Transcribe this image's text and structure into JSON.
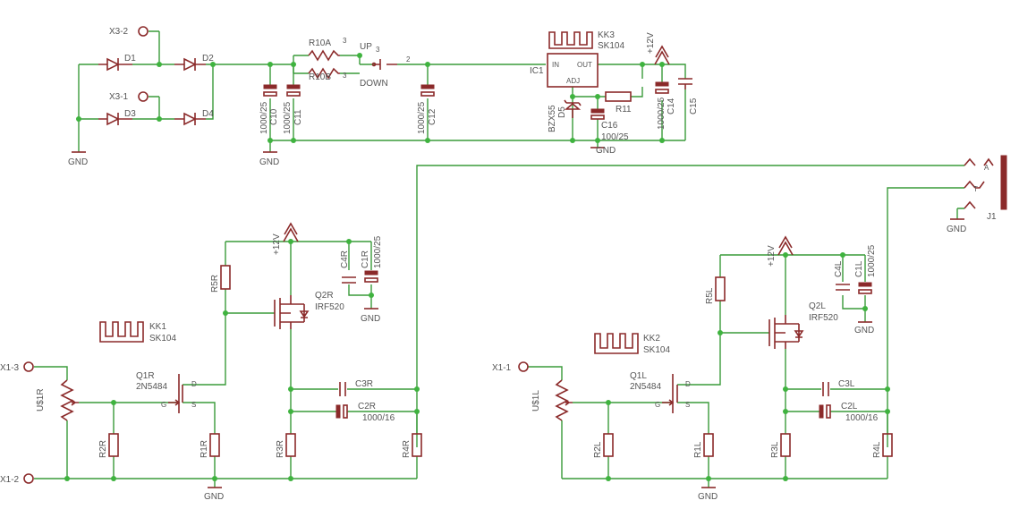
{
  "labels": {
    "x3_2": "X3-2",
    "x3_1": "X3-1",
    "d1": "D1",
    "d2": "D2",
    "d3": "D3",
    "d4": "D4",
    "gnd": "GND",
    "r10a": "R10A",
    "r10b": "R10B",
    "n3a": "3",
    "n3b": "3",
    "up": "UP",
    "up3": "3",
    "n2": "2",
    "down": "DOWN",
    "c10": "C10",
    "c11": "C11",
    "c12": "C12",
    "cap1000_25": "1000/25",
    "ic1": "IC1",
    "kk3": "KK3",
    "sk104": "SK104",
    "in": "IN",
    "out": "OUT",
    "adj": "ADJ",
    "bzx55": "BZX55",
    "d5": "D5",
    "c16": "C16",
    "c16v": "100/25",
    "r11": "R11",
    "plus12v": "+12V",
    "c14": "C14",
    "c15": "C15",
    "a": "A",
    "t": "T",
    "j1": "J1",
    "x1_3": "X1-3",
    "x1_2": "X1-2",
    "x1_1": "X1-1",
    "us1r": "U$1R",
    "us1l": "U$1L",
    "kk1": "KK1",
    "kk2": "KK2",
    "q1r": "Q1R",
    "q1l": "Q1L",
    "jfet": "2N5484",
    "g": "G",
    "d": "D",
    "s": "S",
    "r1r": "R1R",
    "r2r": "R2R",
    "r3r": "R3R",
    "r4r": "R4R",
    "r5r": "R5R",
    "r1l": "R1L",
    "r2l": "R2L",
    "r3l": "R3L",
    "r4l": "R4L",
    "r5l": "R5L",
    "q2r": "Q2R",
    "q2l": "Q2L",
    "irf520": "IRF520",
    "c4r": "C4R",
    "c1r": "C1R",
    "c4l": "C4L",
    "c1l": "C1L",
    "c3r": "C3R",
    "c2r": "C2R",
    "c3l": "C3L",
    "c2l": "C2L",
    "cap1000_16": "1000/16"
  }
}
